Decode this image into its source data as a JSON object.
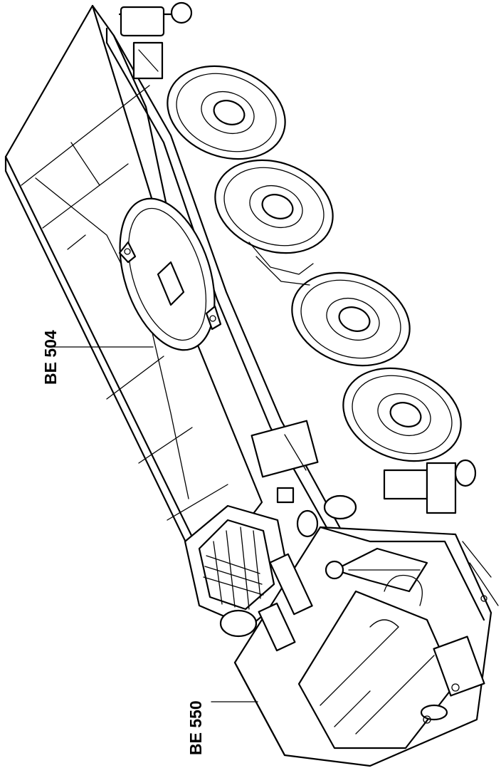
{
  "callouts": [
    {
      "id": "be504",
      "text": "BE 504"
    },
    {
      "id": "be550",
      "text": "BE 550"
    }
  ]
}
